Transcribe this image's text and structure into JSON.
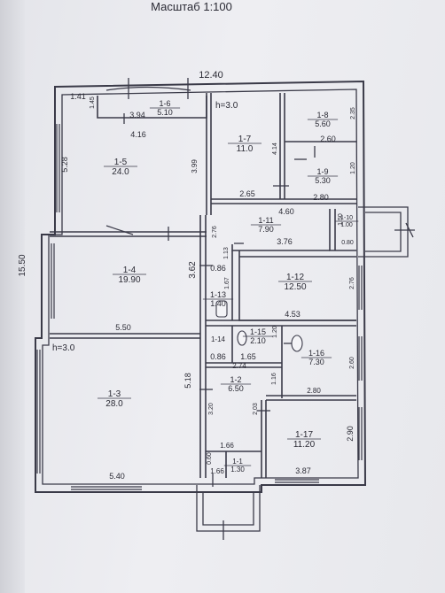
{
  "scale_text": "Масштаб 1:100",
  "height_notes": {
    "h1": "h=3.0",
    "h2": "h=3.0"
  },
  "dims": {
    "top": "12.40",
    "left": "15.50",
    "d_141": "1.41",
    "d_145": "1.45",
    "d_394": "3.94",
    "d_416": "4.16",
    "d_528": "5.28",
    "d_399": "3.99",
    "d_414": "4.14",
    "d_260a": "2.60",
    "d_280a": "2.80",
    "d_235": "2.35",
    "d_120": "1.20",
    "d_265": "2.65",
    "d_460": "4.60",
    "d_276a": "2.76",
    "d_113": "1.13",
    "d_150": "1.50",
    "d_376": "3.76",
    "d_080": "0.80",
    "d_362": "3.62",
    "d_086a": "0.86",
    "d_167": "1.67",
    "d_276b": "2.76",
    "d_550": "5.50",
    "d_453": "4.53",
    "d_120b": "1.20",
    "d_086b": "0.86",
    "d_165": "1.65",
    "d_274": "2.74",
    "d_260b": "2.60",
    "d_116": "1.16",
    "d_280b": "2.80",
    "d_518": "5.18",
    "d_320": "3.20",
    "d_203": "2.03",
    "d_290": "2.90",
    "d_166a": "1.66",
    "d_060": "0.60",
    "d_166b": "1.66",
    "d_540": "5.40",
    "d_387": "3.87"
  },
  "rooms": [
    {
      "id": "1-6",
      "area": "5.10"
    },
    {
      "id": "1-5",
      "area": "24.0"
    },
    {
      "id": "1-7",
      "area": "11.0"
    },
    {
      "id": "1-8",
      "area": "5.60"
    },
    {
      "id": "1-9",
      "area": "5.30"
    },
    {
      "id": "1-11",
      "area": "7.90"
    },
    {
      "id": "1-10",
      "area": "1.00"
    },
    {
      "id": "1-4",
      "area": "19.90"
    },
    {
      "id": "1-12",
      "area": "12.50"
    },
    {
      "id": "1-13",
      "area": "1.40"
    },
    {
      "id": "1-15",
      "area": "2.10"
    },
    {
      "id": "1-14",
      "area": ""
    },
    {
      "id": "1-16",
      "area": "7.30"
    },
    {
      "id": "1-2",
      "area": "6.50"
    },
    {
      "id": "1-3",
      "area": "28.0"
    },
    {
      "id": "1-17",
      "area": "11.20"
    },
    {
      "id": "1-1",
      "area": "1.30"
    }
  ]
}
